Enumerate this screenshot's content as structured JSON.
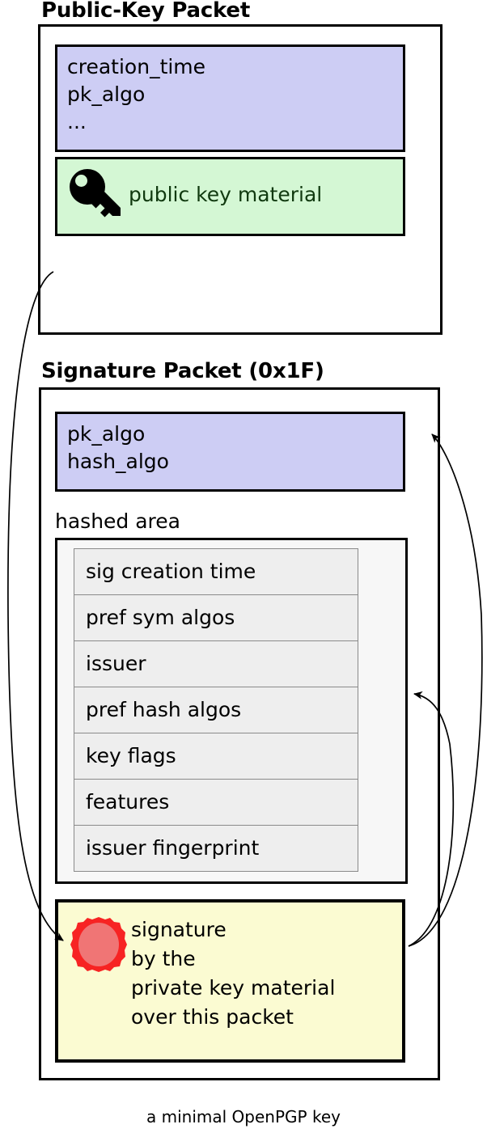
{
  "caption": "a minimal OpenPGP key",
  "public_key_packet": {
    "title": "Public-Key Packet",
    "meta_fields": [
      "creation_time",
      "pk_algo",
      "..."
    ],
    "material": {
      "icon": "key-icon",
      "label": "public key material"
    },
    "colors": {
      "meta_bg": "#cdcdf4",
      "material_bg": "#d4f7d4",
      "material_text": "#10390f"
    }
  },
  "signature_packet": {
    "title": "Signature Packet (0x1F)",
    "meta_fields": [
      "pk_algo",
      "hash_algo"
    ],
    "hashed_area": {
      "label": "hashed area",
      "items": [
        "sig creation time",
        "pref sym algos",
        "issuer",
        "pref hash algos",
        "key flags",
        "features",
        "issuer fingerprint"
      ]
    },
    "signature": {
      "icon": "wax-seal-icon",
      "lines": [
        "signature",
        "by the",
        "private key material",
        "over this packet"
      ]
    },
    "colors": {
      "meta_bg": "#cdcdf4",
      "hashed_bg": "#f7f7f7",
      "item_bg": "#eeeeee",
      "signature_bg": "#fbfbd2",
      "seal_ring": "#f72323",
      "seal_fill": "#f07575"
    }
  },
  "arrows": [
    {
      "name": "public-key-to-signature",
      "from": "public-key-packet",
      "to": "signature-box"
    },
    {
      "name": "signature-to-sig-meta",
      "from": "signature-box",
      "to": "signature-meta-box"
    },
    {
      "name": "signature-to-hashed-area",
      "from": "signature-box",
      "to": "hashed-area"
    }
  ]
}
